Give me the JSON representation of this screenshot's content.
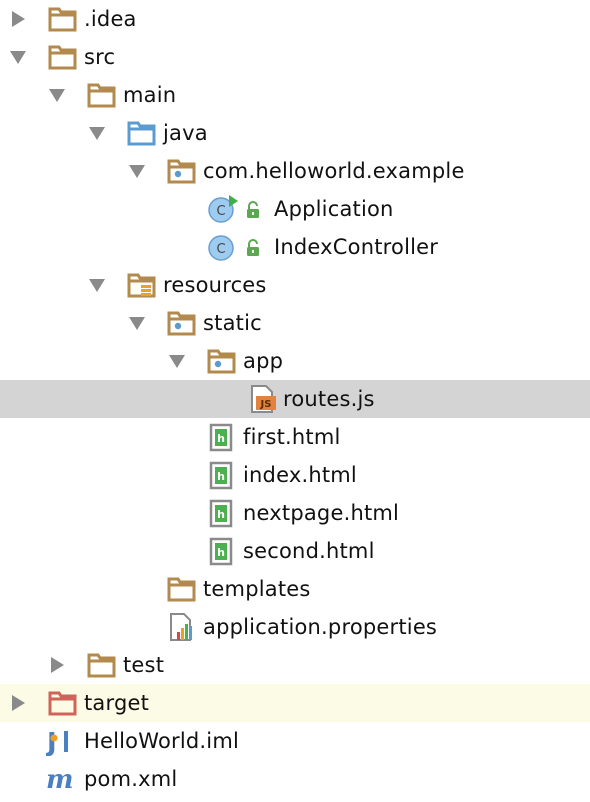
{
  "tree": {
    "items": [
      {
        "label": ".idea",
        "expanded": false,
        "icon": "folder-icon"
      },
      {
        "label": "src",
        "expanded": true,
        "icon": "folder-icon"
      },
      {
        "label": "main",
        "expanded": true,
        "icon": "folder-icon"
      },
      {
        "label": "java",
        "expanded": true,
        "icon": "source-folder-icon"
      },
      {
        "label": "com.helloworld.example",
        "expanded": true,
        "icon": "package-icon"
      },
      {
        "label": "Application",
        "icon": "runnable-class-icon"
      },
      {
        "label": "IndexController",
        "icon": "class-icon"
      },
      {
        "label": "resources",
        "expanded": true,
        "icon": "resources-folder-icon"
      },
      {
        "label": "static",
        "expanded": true,
        "icon": "package-icon"
      },
      {
        "label": "app",
        "expanded": true,
        "icon": "package-icon"
      },
      {
        "label": "routes.js",
        "icon": "js-file-icon",
        "selected": true
      },
      {
        "label": "first.html",
        "icon": "html-file-icon"
      },
      {
        "label": "index.html",
        "icon": "html-file-icon"
      },
      {
        "label": "nextpage.html",
        "icon": "html-file-icon"
      },
      {
        "label": "second.html",
        "icon": "html-file-icon"
      },
      {
        "label": "templates",
        "icon": "folder-icon"
      },
      {
        "label": "application.properties",
        "icon": "properties-file-icon"
      },
      {
        "label": "test",
        "expanded": false,
        "icon": "folder-icon"
      },
      {
        "label": "target",
        "expanded": false,
        "icon": "excluded-folder-icon",
        "highlighted": true
      },
      {
        "label": "HelloWorld.iml",
        "icon": "iml-file-icon"
      },
      {
        "label": "pom.xml",
        "icon": "maven-file-icon"
      }
    ]
  },
  "colors": {
    "folder": "#b38a4d",
    "source_folder": "#5c9bd0",
    "excluded_folder": "#d0645a",
    "class_circle": "#9ecbf0",
    "run_arrow": "#3fae4b",
    "lock": "#5aa84f",
    "html_green": "#4caf50",
    "js_orange": "#e2823f",
    "selection": "#d4d4d4",
    "highlight": "#fcfbe6"
  }
}
